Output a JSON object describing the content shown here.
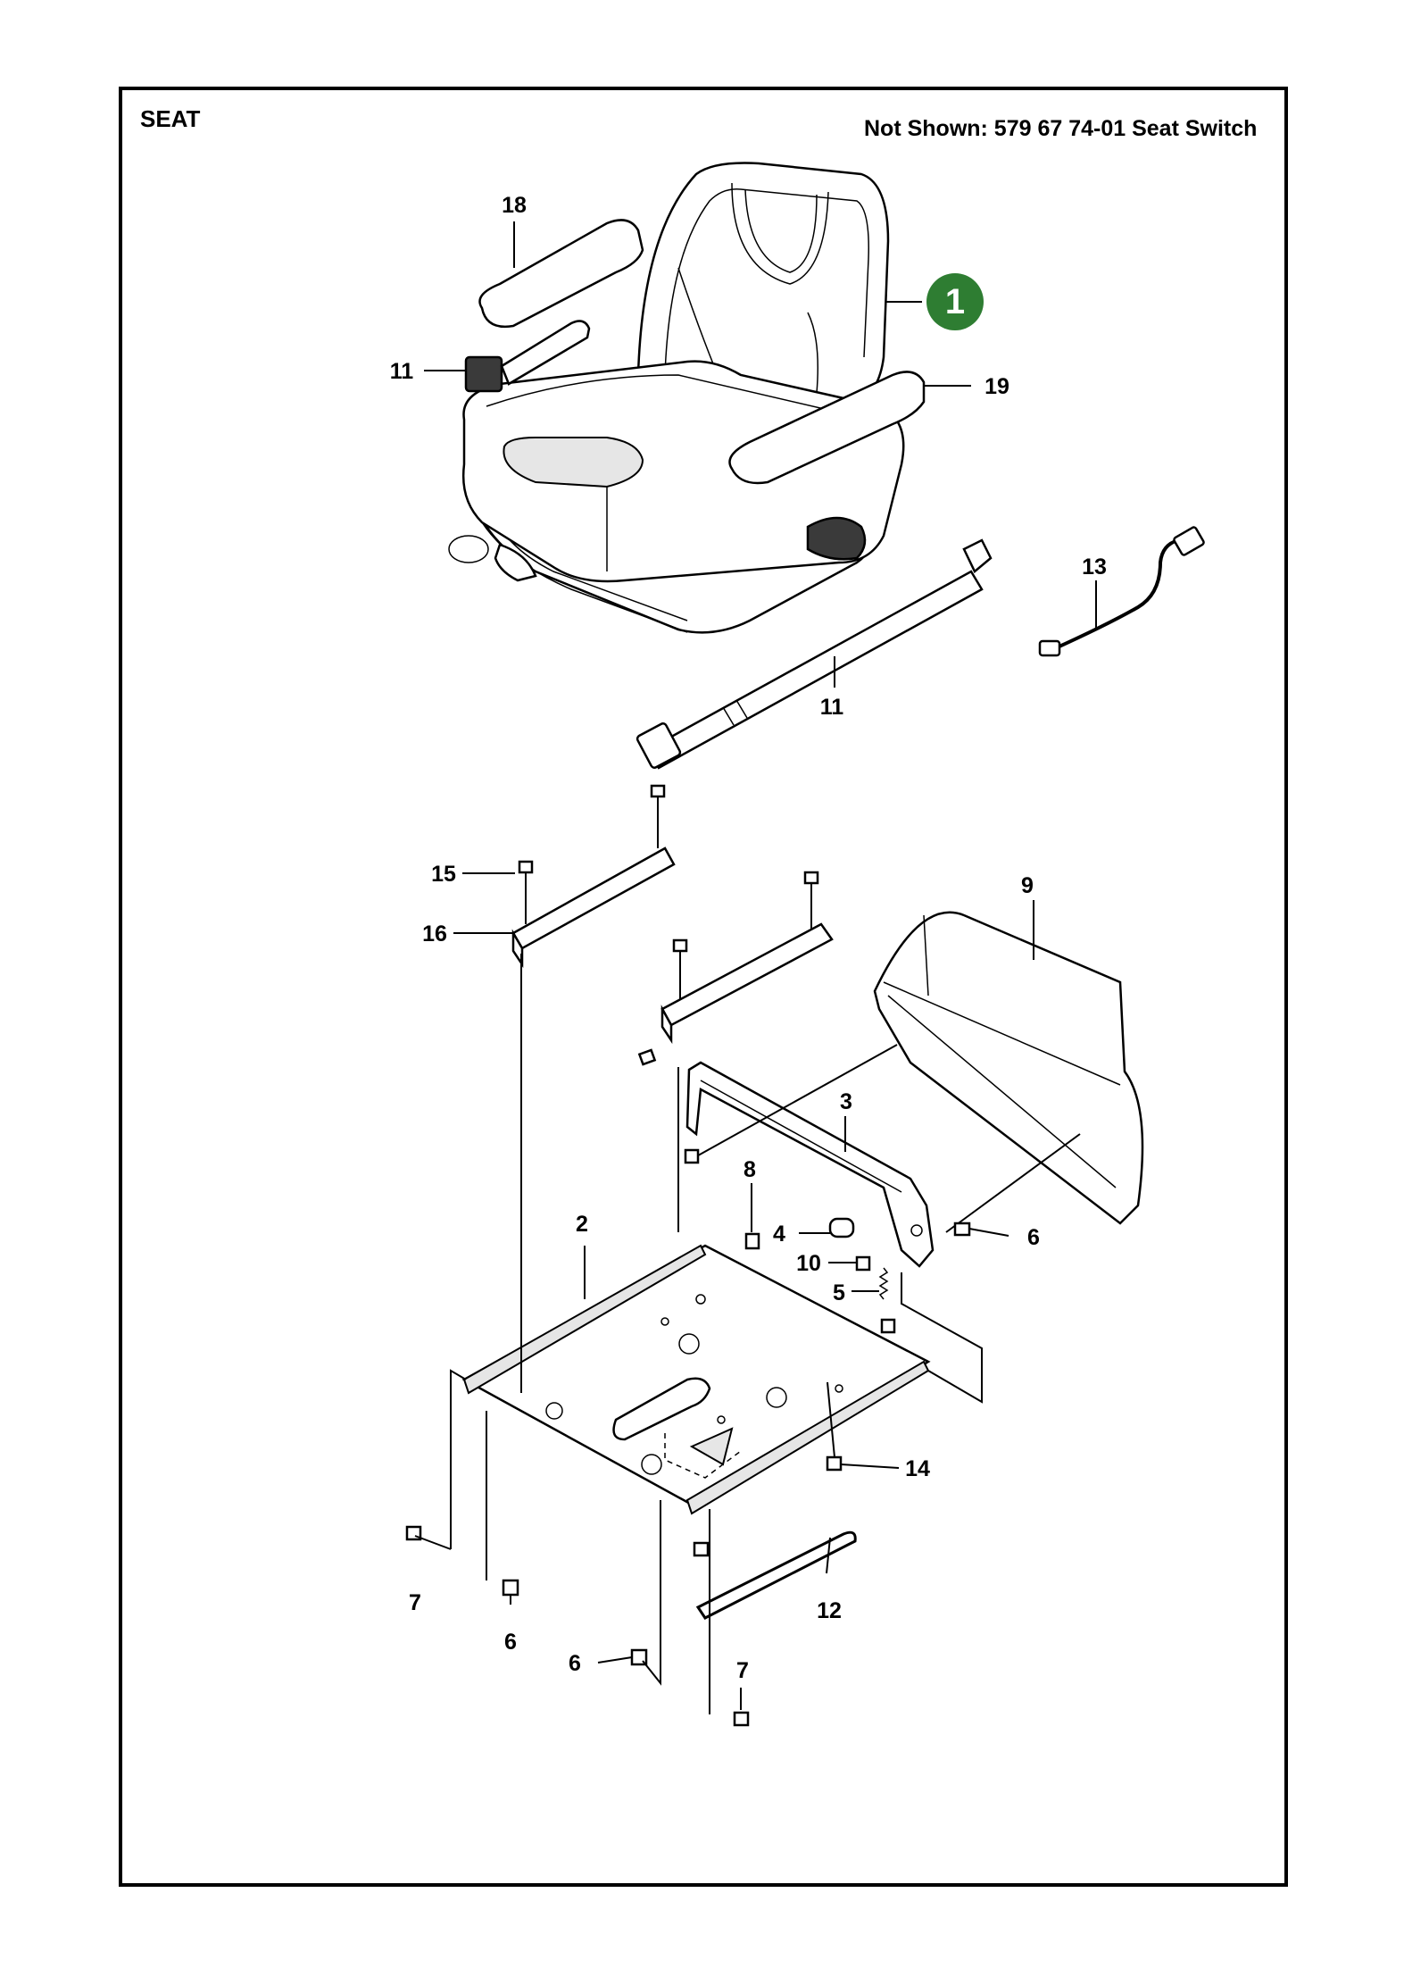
{
  "header": {
    "section_title": "SEAT",
    "not_shown_note": "Not Shown: 579 67 74-01 Seat Switch"
  },
  "callouts": {
    "c1": "1",
    "c2": "2",
    "c3": "3",
    "c4": "4",
    "c5": "5",
    "c6a": "6",
    "c6b": "6",
    "c6c": "6",
    "c7a": "7",
    "c7b": "7",
    "c8": "8",
    "c9": "9",
    "c10": "10",
    "c11a": "11",
    "c11b": "11",
    "c12": "12",
    "c13": "13",
    "c14": "14",
    "c15": "15",
    "c16": "16",
    "c18": "18",
    "c19": "19"
  },
  "colors": {
    "callout_badge": "#2e7d32",
    "badge_text": "#ffffff",
    "ink": "#000000"
  }
}
